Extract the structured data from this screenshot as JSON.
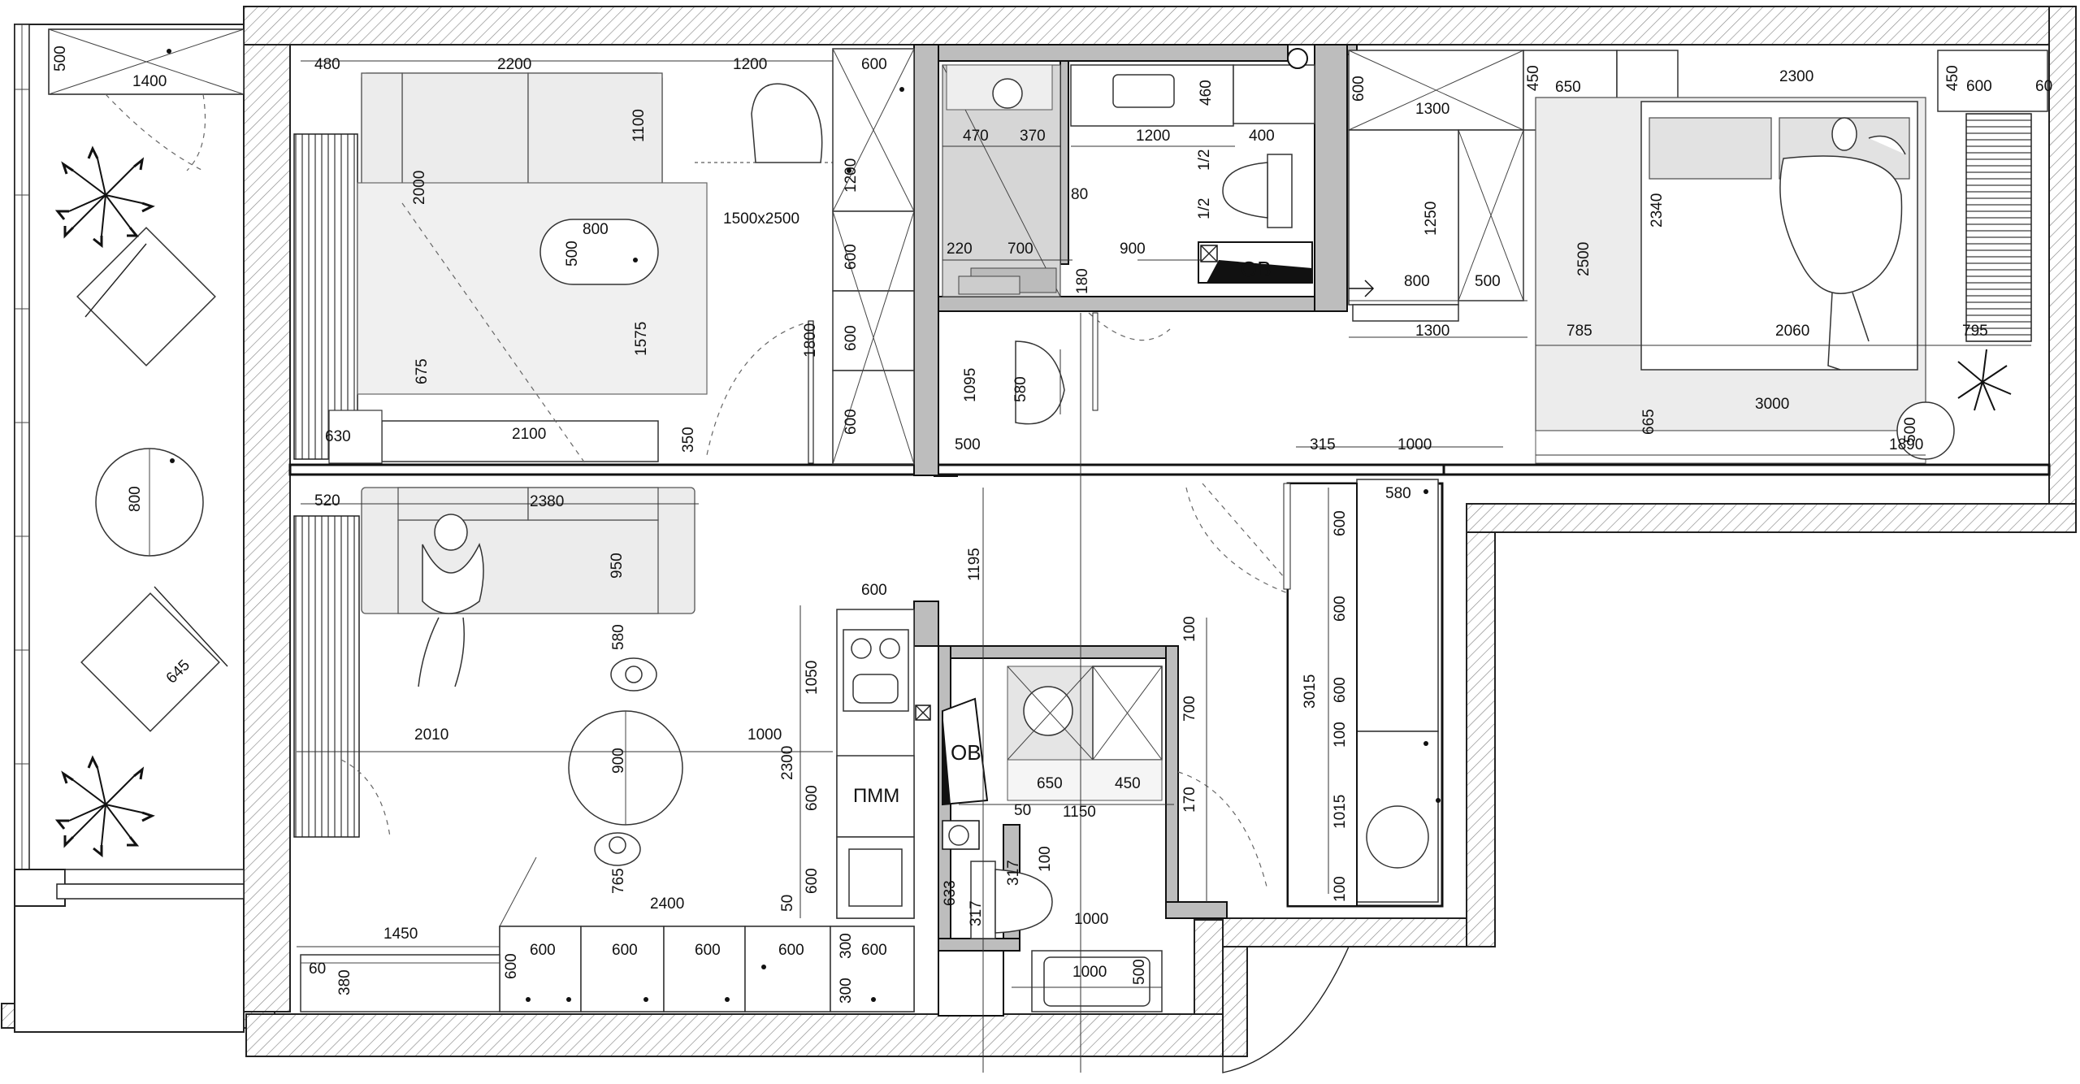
{
  "plan": {
    "room_labels": {
      "radiator_bath": "ОВ",
      "radiator_wc": "ОВ",
      "dishwasher": "ПММ"
    },
    "dimensions": {
      "balcony_depth": "500",
      "balcony_width": "1400",
      "balcony_table": "800",
      "balcony_chair": "645",
      "living_left": "480",
      "sofa_width": "2200",
      "chair_gap": "1200",
      "wardrobe_top": "600",
      "sofa_depth": "1100",
      "sofa_length": "2000",
      "rug": "1500x2500",
      "coffee_table_w": "800",
      "coffee_table_d": "500",
      "rug_depth": "1575",
      "sofa_gap": "675",
      "wardrobe_h1": "1200",
      "wardrobe_h2": "600",
      "wardrobe_h3": "600",
      "wardrobe_h4": "600",
      "door_width": "1800",
      "desk_630": "630",
      "desk_2100": "2100",
      "desk_350": "350",
      "bath_470": "470",
      "bath_370": "370",
      "bath_460": "460",
      "bath_1200": "1200",
      "bath_400": "400",
      "bath_80": "80",
      "bath_half_a": "1/2",
      "bath_half_b": "1/2",
      "bath_220": "220",
      "bath_700": "700",
      "bath_900": "900",
      "bath_180": "180",
      "hall_1095": "1095",
      "hall_580": "580",
      "hall_500": "500",
      "hall_315": "315",
      "hall_1000": "1000",
      "bed_wardrobe_600": "600",
      "bed_wardrobe_1300": "1300",
      "bed_450": "450",
      "bed_650": "650",
      "bed_2300": "2300",
      "bed_450r": "450",
      "bed_600r": "600",
      "bed_60": "60",
      "bed_1250": "1250",
      "bed_800": "800",
      "bed_500": "500",
      "bed_1300b": "1300",
      "bed_2340": "2340",
      "bed_2500": "2500",
      "bed_785": "785",
      "bed_2060": "2060",
      "bed_795": "795",
      "bed_3000": "3000",
      "bed_665": "665",
      "bed_1890": "1890",
      "bed_500b": "500",
      "liv_520": "520",
      "liv_2380": "2380",
      "liv_950": "950",
      "kit_600": "600",
      "kit_1195": "1195",
      "kit_1050": "1050",
      "kit_580": "580",
      "kit_2010": "2010",
      "kit_1000": "1000",
      "kit_900": "900",
      "kit_2300": "2300",
      "kit_600b": "600",
      "kit_600c": "600",
      "kit_765": "765",
      "kit_2400": "2400",
      "kit_50": "50",
      "kit_1450": "1450",
      "kit_60": "60",
      "kit_380": "380",
      "kit_600d": "600",
      "kit_c1": "600",
      "kit_c2": "600",
      "kit_c3": "600",
      "kit_c4": "600",
      "kit_300a": "300",
      "kit_300b": "300",
      "kit_600e": "600",
      "wc_100": "100",
      "wc_700": "700",
      "wc_650": "650",
      "wc_450": "450",
      "wc_50": "50",
      "wc_1150": "1150",
      "wc_170": "170",
      "wc_100b": "100",
      "wc_633": "633",
      "wc_317a": "317",
      "wc_317b": "317",
      "wc_1000": "1000",
      "wc_1000b": "1000",
      "wc_500": "500",
      "hall_3015": "3015",
      "hall_580b": "580",
      "hall_s600a": "600",
      "hall_s600b": "600",
      "hall_s600c": "600",
      "hall_100a": "100",
      "hall_1015": "1015",
      "hall_100b": "100"
    }
  }
}
